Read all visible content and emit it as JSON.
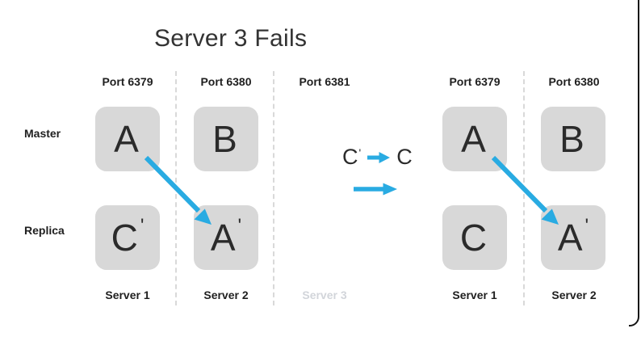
{
  "title": "Server 3 Fails",
  "colors": {
    "accent_blue": "#29abe2",
    "box_bg": "#d8d8d8",
    "ink": "#2b2b2b",
    "label_ink": "#1f1f1f",
    "muted": "#d2d5da",
    "dash_color": "#d9d9d9",
    "frame_color": "#141414"
  },
  "left_diagram": {
    "ports": [
      "Port 6379",
      "Port 6380",
      "Port 6381"
    ],
    "row_labels": [
      "Master",
      "Replica"
    ],
    "boxes": [
      {
        "letter": "A",
        "prime": ""
      },
      {
        "letter": "B",
        "prime": ""
      },
      {
        "letter": "C",
        "prime": "'"
      },
      {
        "letter": "A",
        "prime": "'"
      }
    ],
    "servers": [
      "Server 1",
      "Server 2",
      "Server 3"
    ]
  },
  "transition": {
    "from": "C",
    "from_prime": "'",
    "to": "C"
  },
  "right_diagram": {
    "ports": [
      "Port 6379",
      "Port 6380"
    ],
    "boxes": [
      {
        "letter": "A",
        "prime": ""
      },
      {
        "letter": "B",
        "prime": ""
      },
      {
        "letter": "C",
        "prime": ""
      },
      {
        "letter": "A",
        "prime": "'"
      }
    ],
    "servers": [
      "Server 1",
      "Server 2"
    ]
  }
}
